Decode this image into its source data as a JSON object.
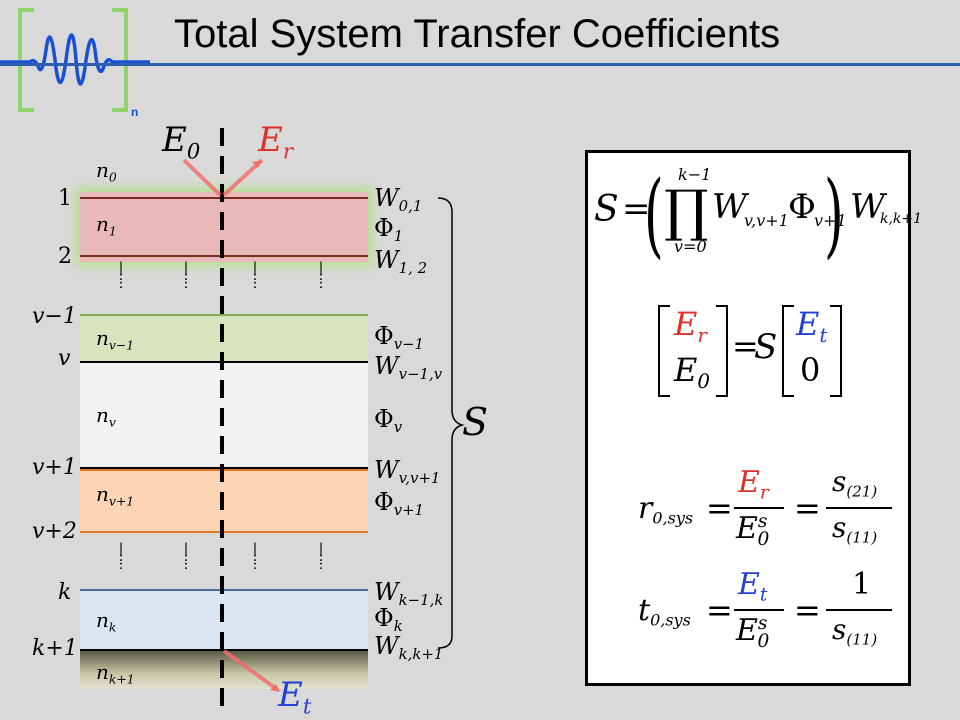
{
  "title": "Total System Transfer Coefficients",
  "logo": {
    "subscript": "n"
  },
  "colors": {
    "title_rule": "#2b5faf",
    "logo_bracket": "#8fd46a",
    "logo_wave": "#1a4fd6",
    "reflected": "#e0302a",
    "transmitted": "#2340d8",
    "layer_1": "#e9b8b8",
    "layer_v_minus_1": "#d7e4bd",
    "layer_v": "#f2f2f2",
    "layer_v_plus_1": "#fbd5b5",
    "layer_k": "#dce6f2"
  },
  "diagram": {
    "incident": "E",
    "incident_sub": "0",
    "reflected": "E",
    "reflected_sub": "r",
    "transmitted": "E",
    "transmitted_sub": "t",
    "interfaces": [
      {
        "name": "1"
      },
      {
        "name": "2"
      },
      {
        "name": "v−1"
      },
      {
        "name": "v"
      },
      {
        "name": "v+1"
      },
      {
        "name": "v+2"
      },
      {
        "name": "k"
      },
      {
        "name": "k+1"
      }
    ],
    "media": [
      {
        "n": "n",
        "sub": "0"
      },
      {
        "n": "n",
        "sub": "1"
      },
      {
        "n": "n",
        "sub": "v−1"
      },
      {
        "n": "n",
        "sub": "v"
      },
      {
        "n": "n",
        "sub": "v+1"
      },
      {
        "n": "n",
        "sub": "k"
      },
      {
        "n": "n",
        "sub": "k+1"
      }
    ],
    "matrices": [
      {
        "sym": "W",
        "sub": "0,1"
      },
      {
        "sym": "Φ",
        "sub": "1"
      },
      {
        "sym": "W",
        "sub": "1, 2"
      },
      {
        "sym": "Φ",
        "sub": "v−1"
      },
      {
        "sym": "W",
        "sub": "v−1,v"
      },
      {
        "sym": "Φ",
        "sub": "v"
      },
      {
        "sym": "W",
        "sub": "v,v+1"
      },
      {
        "sym": "Φ",
        "sub": "v+1"
      },
      {
        "sym": "W",
        "sub": "k−1,k"
      },
      {
        "sym": "Φ",
        "sub": "k"
      },
      {
        "sym": "W",
        "sub": "k,k+1"
      }
    ],
    "brace_label": "S"
  },
  "equations": {
    "s_def": {
      "lhs": "S",
      "prod_upper": "k−1",
      "prod_lower": "v=0",
      "w_sub": "v,v+1",
      "phi_sub": "v+1",
      "w_last_sub": "k,k+1"
    },
    "matrix_eq": {
      "top_left": "E",
      "top_left_sub": "r",
      "bottom_left": "E",
      "bottom_left_sub": "0",
      "mid": "S",
      "top_right": "E",
      "top_right_sub": "t",
      "bottom_right": "0"
    },
    "r_sys": {
      "lhs": "r",
      "lhs_sub": "0,sys",
      "num": "E",
      "num_sub": "r",
      "den": "E",
      "den_sup": "s",
      "den_sub": "0",
      "num2": "s",
      "num2_sub": "(21)",
      "den2": "s",
      "den2_sub": "(11)"
    },
    "t_sys": {
      "lhs": "t",
      "lhs_sub": "0,sys",
      "num": "E",
      "num_sub": "t",
      "den": "E",
      "den_sup": "s",
      "den_sub": "0",
      "num2": "1",
      "den2": "s",
      "den2_sub": "(11)"
    }
  }
}
